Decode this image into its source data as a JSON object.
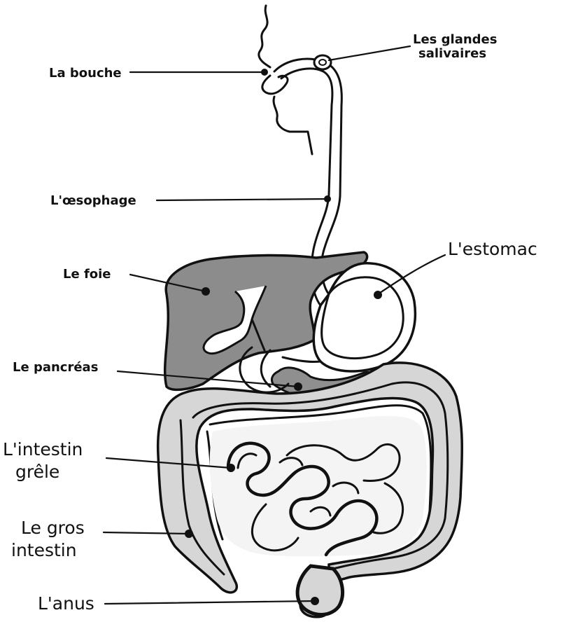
{
  "colors": {
    "ink": "#111111",
    "liver": "#8c8c8c",
    "pancreas": "#8f8f8f",
    "large_intestine": "#d6d6d6",
    "small_intestine_bg": "#f4f4f4",
    "background": "#ffffff"
  },
  "labels": {
    "mouth": "La bouche",
    "salivary_line1": "Les glandes",
    "salivary_line2": "salivaires",
    "esophagus": "L'œsophage",
    "stomach": "L'estomac",
    "liver": "Le foie",
    "pancreas": "Le pancréas",
    "small_intestine_line1": "L'intestin",
    "small_intestine_line2": "grêle",
    "large_intestine_line1": "Le gros",
    "large_intestine_line2": "intestin",
    "anus": "L'anus"
  }
}
